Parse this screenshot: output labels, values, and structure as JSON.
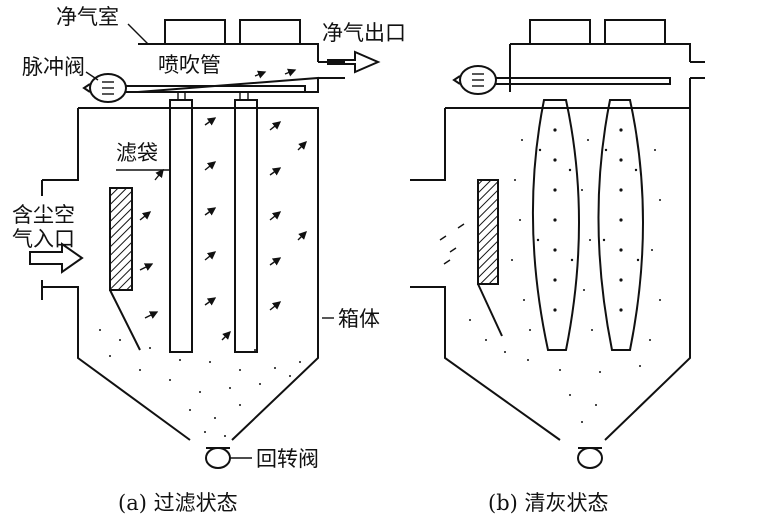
{
  "labels": {
    "clean_chamber": "净气室",
    "pulse_valve": "脉冲阀",
    "blow_pipe": "喷吹管",
    "clean_gas_outlet": "净气出口",
    "filter_bag": "滤袋",
    "dusty_air_inlet_line1": "含尘空",
    "dusty_air_inlet_line2": "气入口",
    "housing": "箱体",
    "rotary_valve": "回转阀"
  },
  "captions": {
    "a": "(a) 过滤状态",
    "b": "(b) 清灰状态"
  },
  "colors": {
    "ink": "#111111",
    "background": "#ffffff"
  }
}
